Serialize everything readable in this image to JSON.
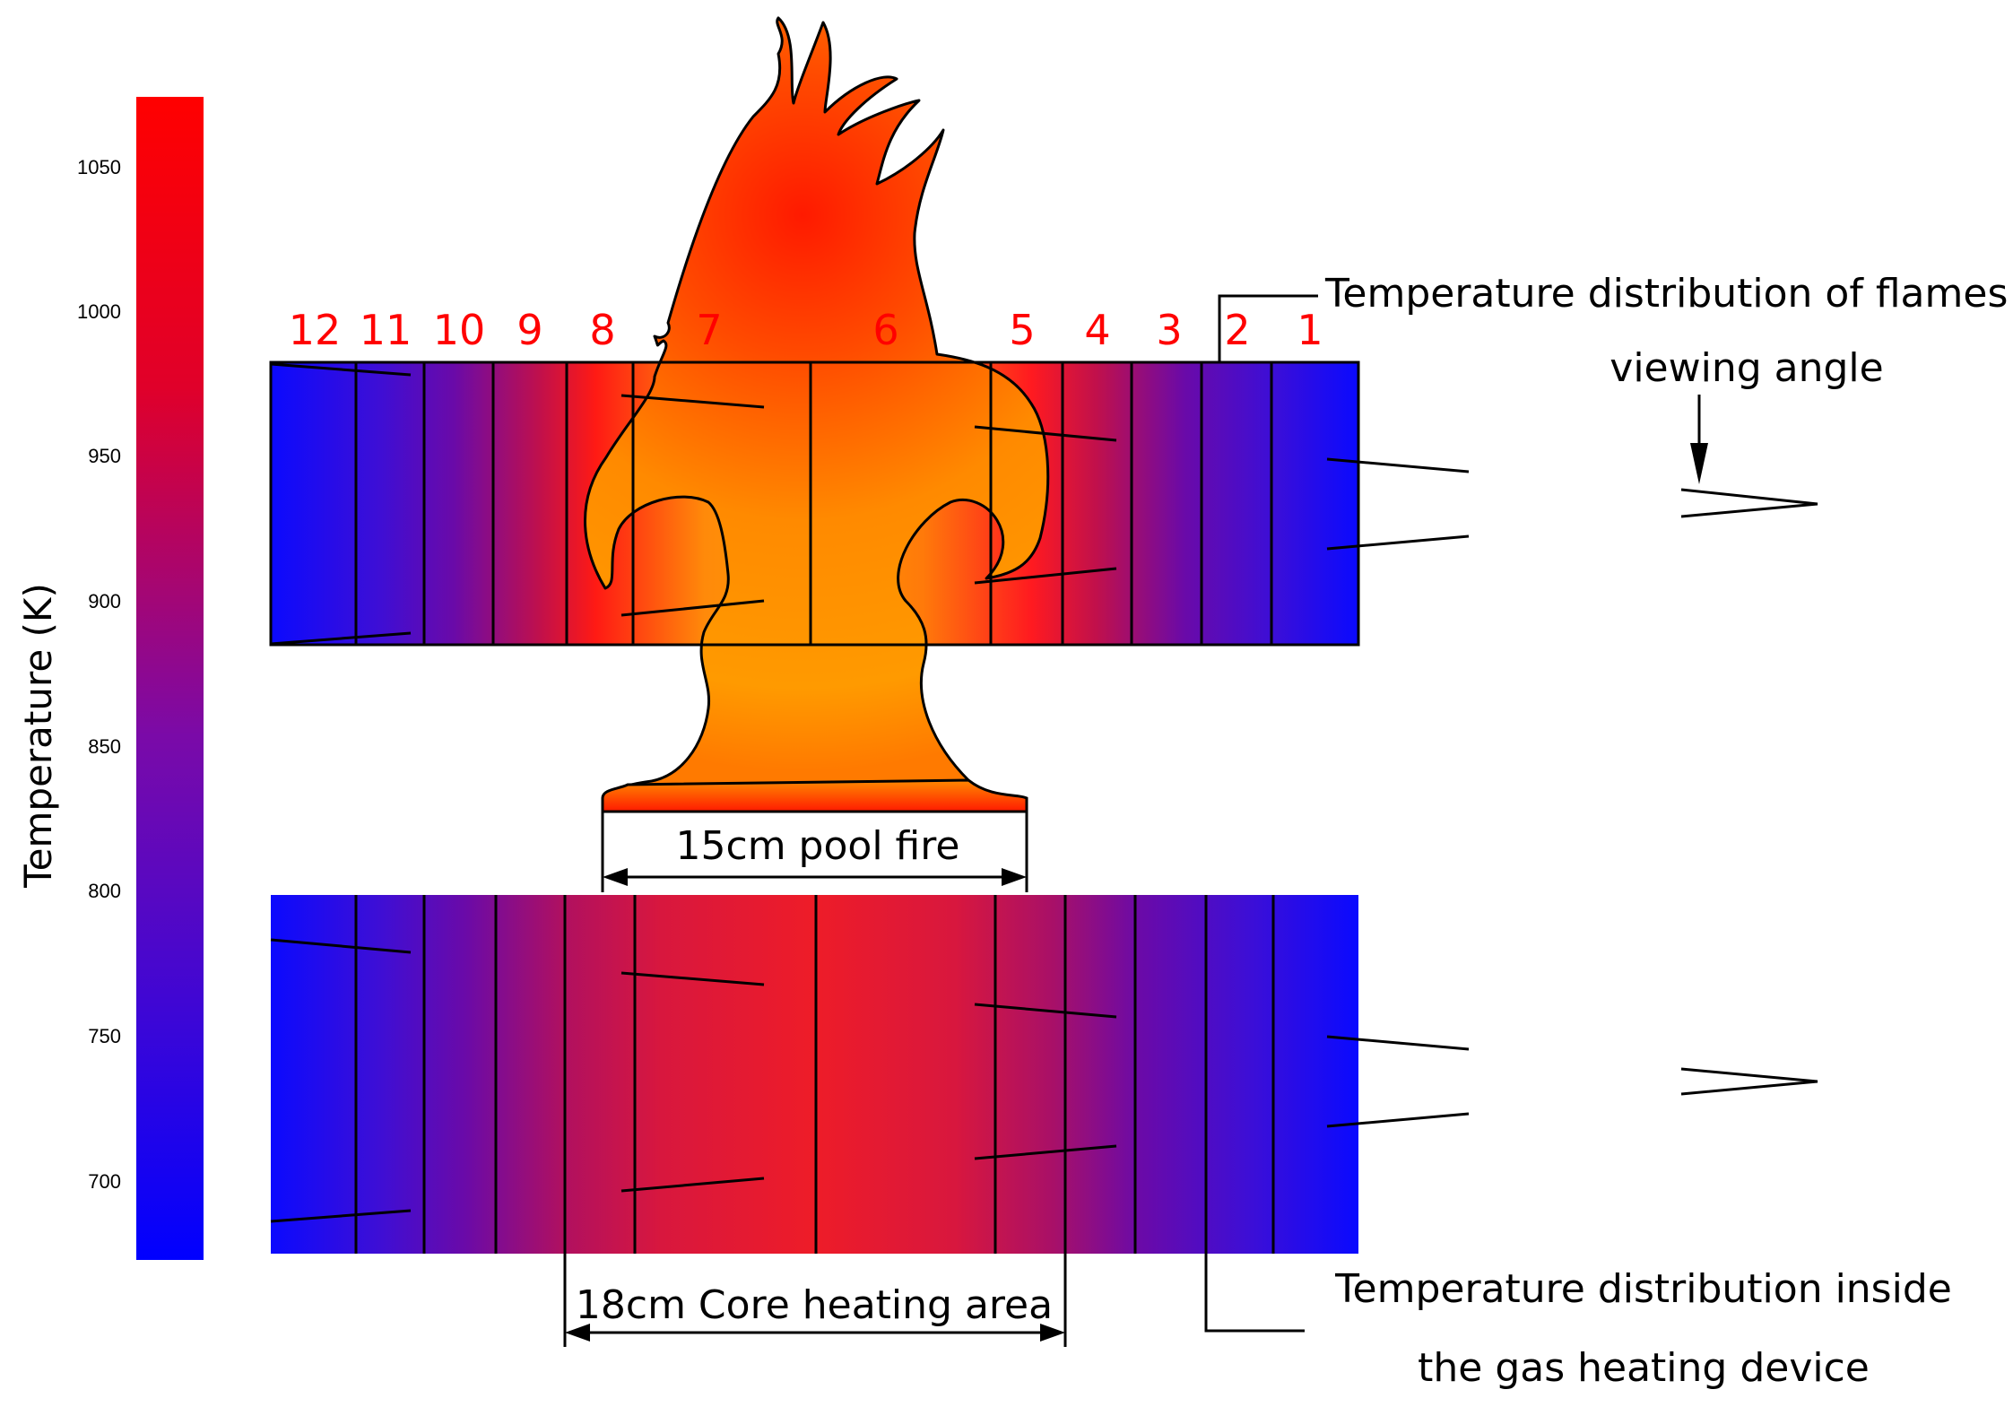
{
  "colorbar": {
    "title": "Temperature (K)",
    "ticks": [
      "1050",
      "1000",
      "950",
      "900",
      "850",
      "800",
      "750",
      "700"
    ],
    "color_high": "#ff0000",
    "color_mid": "#7a0aa8",
    "color_low": "#0000ff"
  },
  "segments": [
    "12",
    "11",
    "10",
    "9",
    "8",
    "7",
    "6",
    "5",
    "4",
    "3",
    "2",
    "1"
  ],
  "labels": {
    "flame_distribution": "Temperature distribution of flames",
    "viewing_angle": "viewing angle",
    "pool_fire": "15cm pool fire",
    "core_area": "18cm Core heating area",
    "inside_line1": "Temperature distribution inside",
    "inside_line2": "the gas heating device"
  },
  "colors": {
    "flame_core": "#ff1a00",
    "flame_body": "#ff9a00",
    "segment_number": "#ff0000"
  }
}
